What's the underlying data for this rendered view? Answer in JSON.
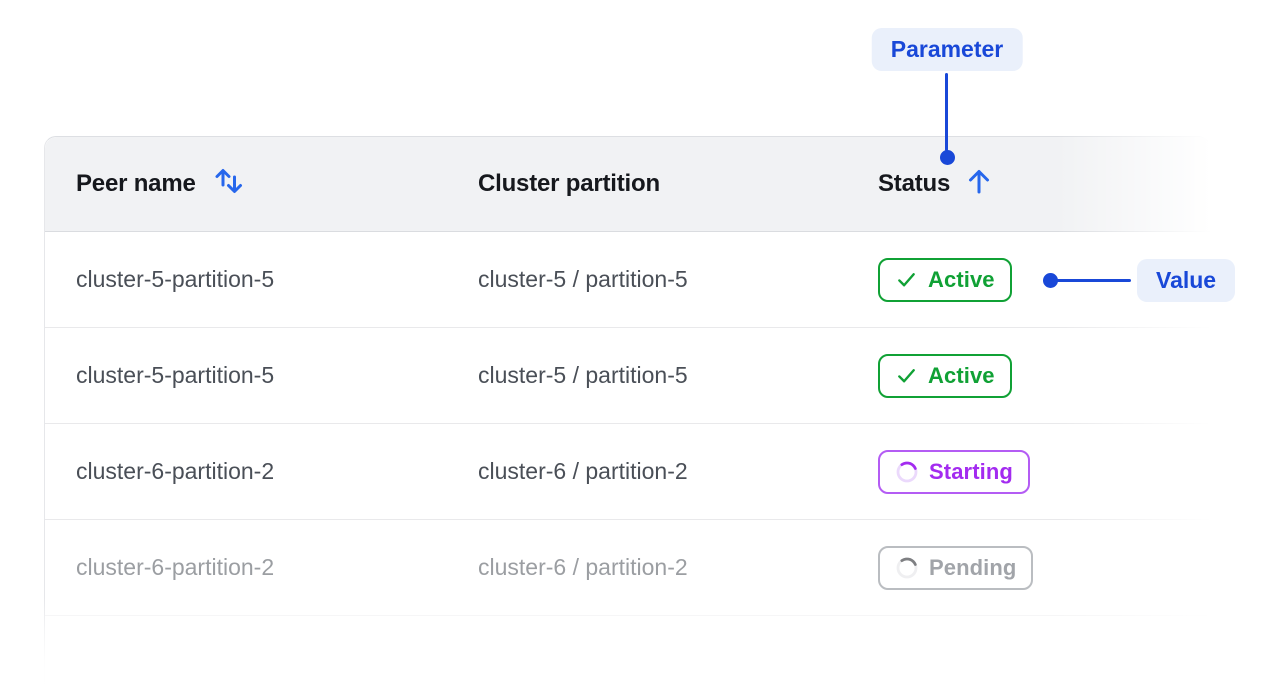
{
  "annotations": {
    "parameter_label": "Parameter",
    "value_label": "Value"
  },
  "table": {
    "header": {
      "peer_name": "Peer name",
      "cluster_partition": "Cluster partition",
      "status": "Status",
      "peer_name_sort": "sortable-both-directions",
      "status_sort": "sorted-ascending"
    },
    "rows": [
      {
        "peer_name": "cluster-5-partition-5",
        "cluster_partition": "cluster-5 / partition-5",
        "status": "Active",
        "status_kind": "success"
      },
      {
        "peer_name": "cluster-5-partition-5",
        "cluster_partition": "cluster-5 / partition-5",
        "status": "Active",
        "status_kind": "success"
      },
      {
        "peer_name": "cluster-6-partition-2",
        "cluster_partition": "cluster-6 / partition-2",
        "status": "Starting",
        "status_kind": "in-progress"
      },
      {
        "peer_name": "cluster-6-partition-2",
        "cluster_partition": "cluster-6 / partition-2",
        "status": "Pending",
        "status_kind": "neutral",
        "faded": true
      }
    ]
  },
  "colors": {
    "annotation_blue": "#1948d8",
    "annotation_pill_bg": "#eaf0fb",
    "sort_arrow_blue": "#2767ec",
    "success_green": "#10a135",
    "progress_purple": "#a32bf0",
    "neutral_gray": "#565b63",
    "header_bg": "#f1f2f4",
    "row_text": "#4a4f57"
  }
}
